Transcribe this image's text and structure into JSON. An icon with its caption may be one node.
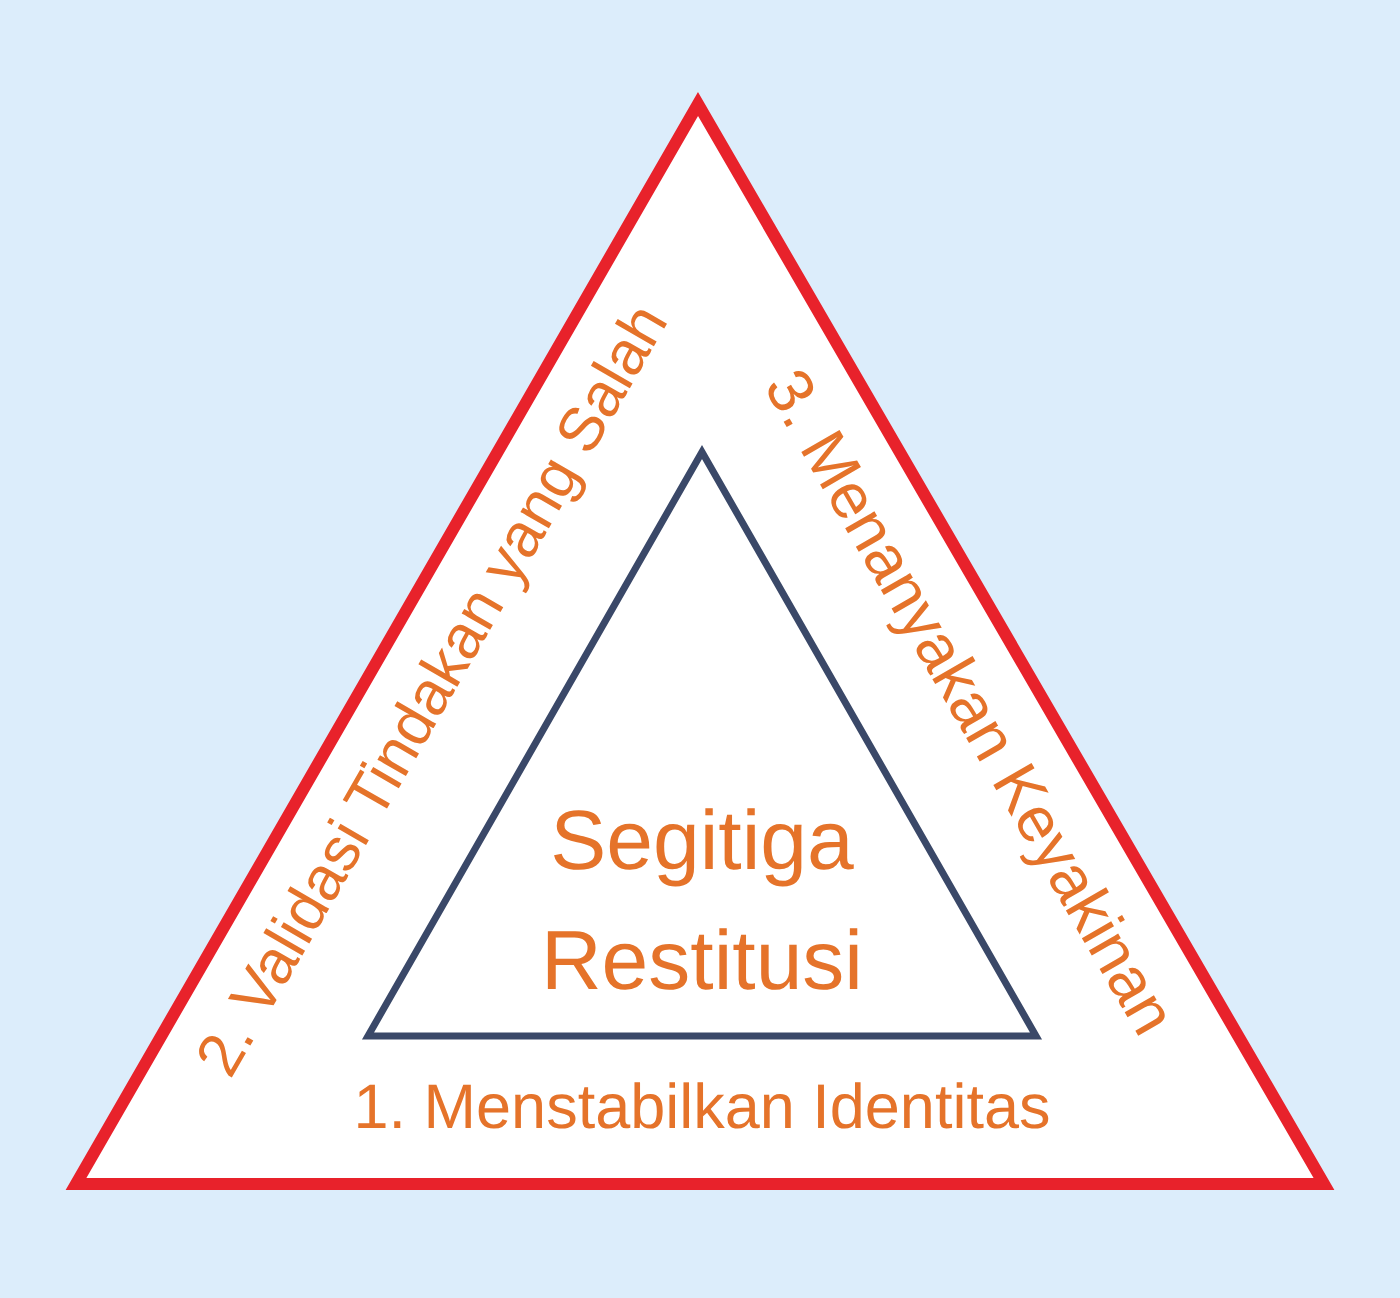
{
  "diagram": {
    "nodes": [
      {
        "text": [
          "1. Menstabilkan Identitas",
          "2. Validasi Tindakan yang Salah",
          "3. Menanyakan Keyakinan"
        ]
      },
      {
        "text": [
          "Segitiga Restitusi"
        ],
        "in": 0
      }
    ]
  }
}
